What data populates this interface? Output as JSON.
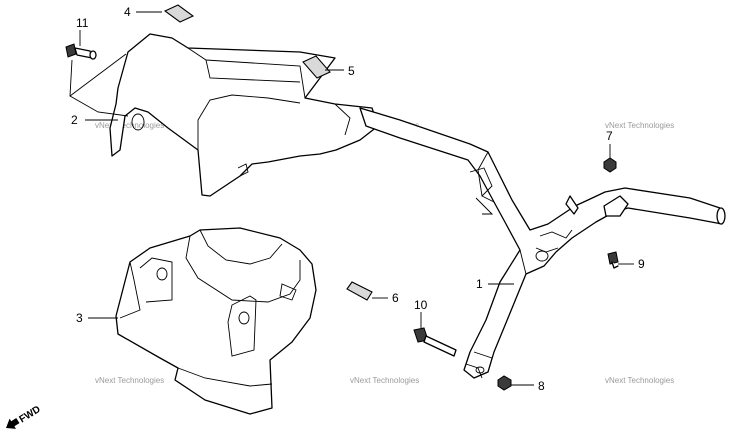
{
  "callouts": [
    {
      "num": "1",
      "part": "handlebar"
    },
    {
      "num": "2",
      "part": "front-cover-inner"
    },
    {
      "num": "3",
      "part": "handlebar-lower-cover"
    },
    {
      "num": "4",
      "part": "decal-emblem"
    },
    {
      "num": "5",
      "part": "decal-cover"
    },
    {
      "num": "6",
      "part": "decal-lower"
    },
    {
      "num": "7",
      "part": "nut"
    },
    {
      "num": "8",
      "part": "nut-lower"
    },
    {
      "num": "9",
      "part": "bolt-screw"
    },
    {
      "num": "10",
      "part": "screw-tapping"
    },
    {
      "num": "11",
      "part": "bolt-long"
    }
  ],
  "watermark": "vNext Technologies",
  "direction_label": "FWD"
}
